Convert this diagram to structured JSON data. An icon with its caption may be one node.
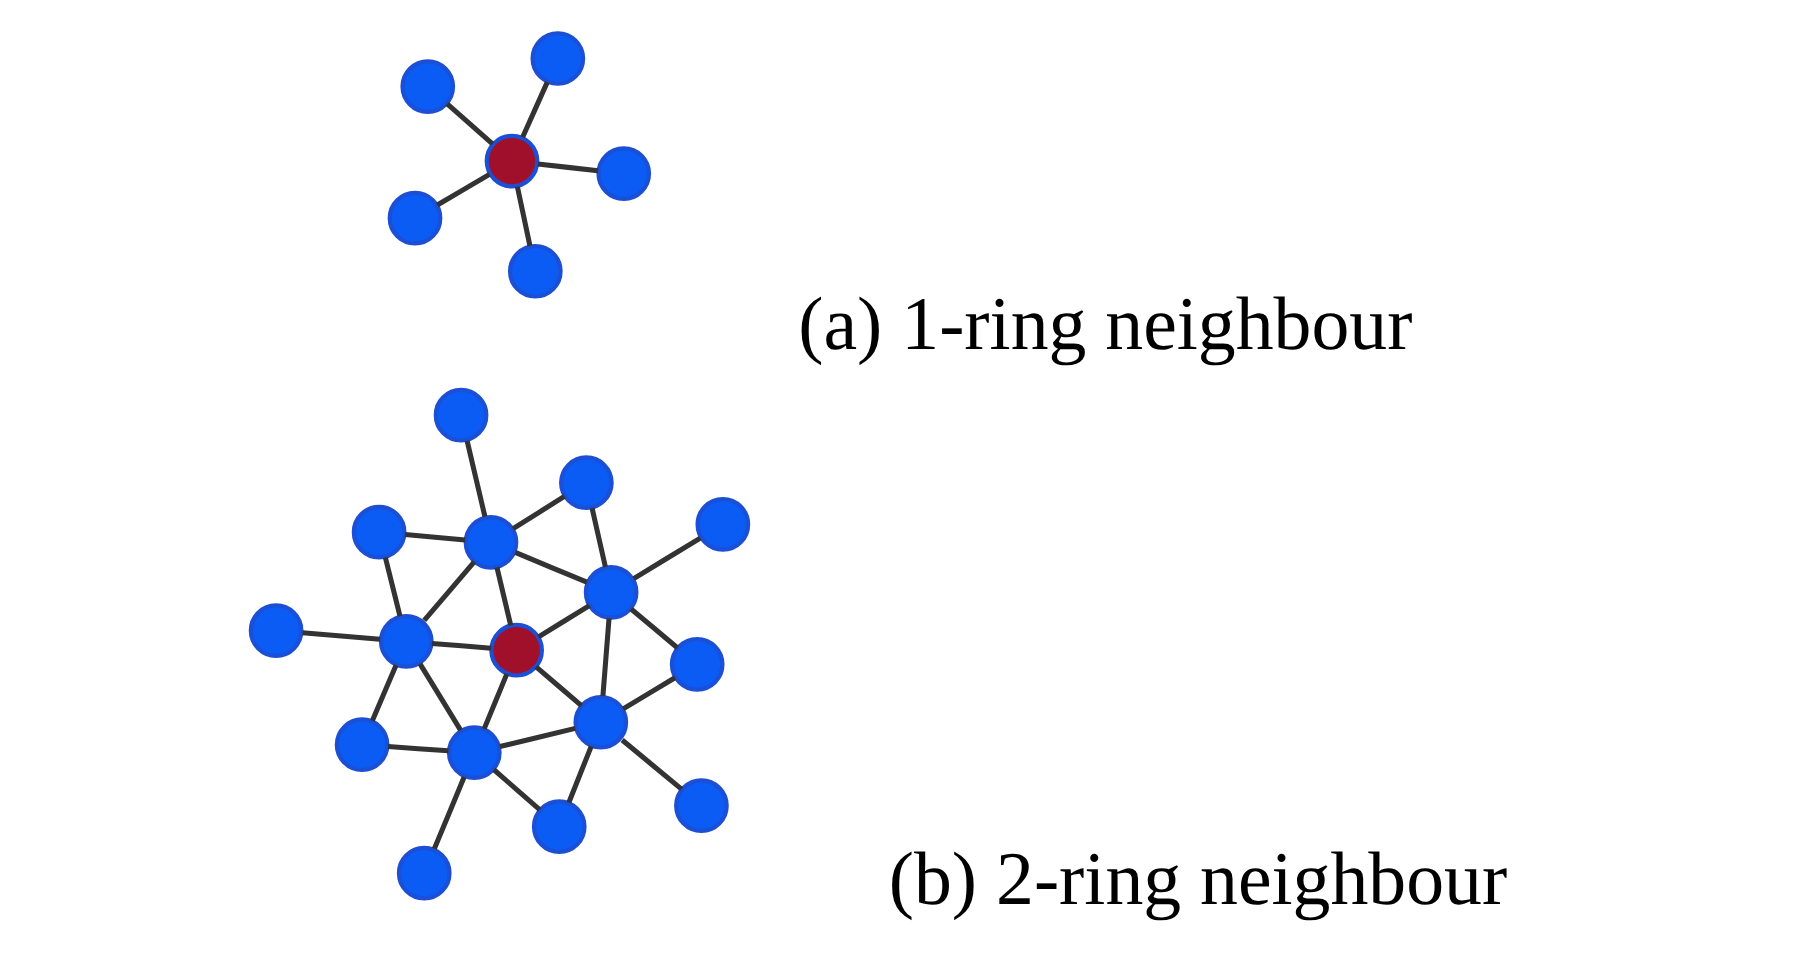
{
  "diagram": {
    "nodes": [
      {
        "text": [],
        "shape": "circle"
      },
      {
        "text": [],
        "shape": "circle"
      },
      {
        "text": [],
        "shape": "circle"
      },
      {
        "text": [],
        "shape": "circle"
      },
      {
        "text": [],
        "shape": "circle"
      },
      {
        "text": [],
        "shape": "circle"
      },
      {
        "text": [],
        "shape": "circle"
      },
      {
        "text": [],
        "shape": "circle"
      },
      {
        "text": [],
        "shape": "circle"
      },
      {
        "text": [],
        "shape": "circle"
      },
      {
        "text": [],
        "shape": "circle"
      },
      {
        "text": [],
        "shape": "circle"
      },
      {
        "text": [],
        "shape": "circle"
      },
      {
        "text": [],
        "shape": "circle"
      },
      {
        "text": [],
        "shape": "circle"
      },
      {
        "text": [],
        "shape": "circle"
      },
      {
        "text": [],
        "shape": "circle"
      },
      {
        "text": [],
        "shape": "circle"
      },
      {
        "text": [],
        "shape": "circle"
      },
      {
        "text": [],
        "shape": "circle"
      },
      {
        "text": [],
        "shape": "circle"
      },
      {
        "text": [],
        "shape": "circle"
      }
    ],
    "edges": [
      {
        "from": 3,
        "to": 0,
        "arrow": "none"
      },
      {
        "from": 3,
        "to": 1,
        "arrow": "none"
      },
      {
        "from": 3,
        "to": 2,
        "arrow": "none"
      },
      {
        "from": 3,
        "to": 4,
        "arrow": "none"
      },
      {
        "from": 3,
        "to": 5,
        "arrow": "none"
      },
      {
        "from": 6,
        "to": 10,
        "arrow": "none"
      },
      {
        "from": 7,
        "to": 10,
        "arrow": "none"
      },
      {
        "from": 7,
        "to": 11,
        "arrow": "none"
      },
      {
        "from": 8,
        "to": 10,
        "arrow": "none"
      },
      {
        "from": 8,
        "to": 12,
        "arrow": "none"
      },
      {
        "from": 9,
        "to": 11,
        "arrow": "none"
      },
      {
        "from": 10,
        "to": 11,
        "arrow": "none"
      },
      {
        "from": 10,
        "to": 12,
        "arrow": "none"
      },
      {
        "from": 10,
        "to": 13,
        "arrow": "none"
      },
      {
        "from": 11,
        "to": 13,
        "arrow": "none"
      },
      {
        "from": 11,
        "to": 15,
        "arrow": "none"
      },
      {
        "from": 11,
        "to": 17,
        "arrow": "none"
      },
      {
        "from": 12,
        "to": 13,
        "arrow": "none"
      },
      {
        "from": 12,
        "to": 14,
        "arrow": "none"
      },
      {
        "from": 12,
        "to": 16,
        "arrow": "none"
      },
      {
        "from": 12,
        "to": 18,
        "arrow": "none"
      },
      {
        "from": 13,
        "to": 18,
        "arrow": "none"
      },
      {
        "from": 13,
        "to": 17,
        "arrow": "none"
      },
      {
        "from": 15,
        "to": 17,
        "arrow": "none"
      },
      {
        "from": 16,
        "to": 18,
        "arrow": "none"
      },
      {
        "from": 18,
        "to": 17,
        "arrow": "none"
      },
      {
        "from": 18,
        "to": 20,
        "arrow": "none"
      },
      {
        "from": 18,
        "to": 21,
        "arrow": "none"
      },
      {
        "from": 17,
        "to": 21,
        "arrow": "none"
      },
      {
        "from": 17,
        "to": 19,
        "arrow": "none"
      }
    ],
    "labels": [
      "(a) 1-ring neighbour",
      "(b) 2-ring neighbour"
    ]
  }
}
